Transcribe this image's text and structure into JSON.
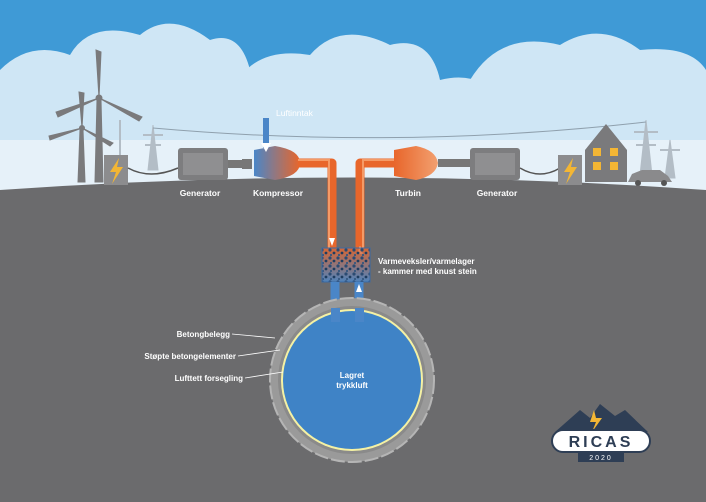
{
  "labels": {
    "air_intake": "Luftinntak",
    "generator_left": "Generator",
    "compressor": "Kompressor",
    "turbine": "Turbin",
    "generator_right": "Generator",
    "heat_exchanger_line1": "Varmeveksler/varmelager",
    "heat_exchanger_line2": "- kammer med knust stein",
    "concrete_lining": "Betongbelegg",
    "cast_elements": "Støpte betongelementer",
    "airtight_seal": "Lufttett forsegling",
    "stored_line1": "Lagret",
    "stored_line2": "trykkluft"
  },
  "logo": {
    "name": "RICAS",
    "year": "2020"
  },
  "colors": {
    "sky": "#3f9ad6",
    "cloud": "#cfe6f5",
    "ground": "#6b6b6d",
    "cold_pipe": "#4a86c8",
    "hot_pipe": "#e8662b",
    "cavern": "#3f83c6",
    "seal": "#f4f1a4",
    "lightning": "#f3b634"
  }
}
